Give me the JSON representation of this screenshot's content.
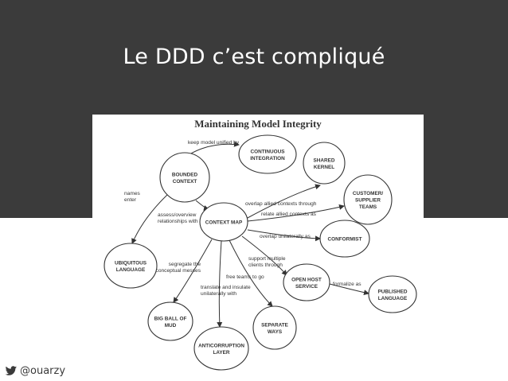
{
  "slide": {
    "title": "Le DDD c’est compliqué",
    "footer_handle": "@ouarzy"
  },
  "diagram": {
    "title": "Maintaining Model Integrity",
    "nodes": {
      "continuous_integration": [
        "Continuous",
        "Integration"
      ],
      "shared_kernel": [
        "Shared",
        "Kernel"
      ],
      "bounded_context": [
        "Bounded",
        "Context"
      ],
      "customer_supplier_teams": [
        "Customer/",
        "Supplier",
        "Teams"
      ],
      "context_map": [
        "Context Map"
      ],
      "conformist": [
        "Conformist"
      ],
      "ubiquitous_language": [
        "Ubiquitous",
        "Language"
      ],
      "open_host_service": [
        "Open Host",
        "Service"
      ],
      "published_language": [
        "Published",
        "Language"
      ],
      "big_ball_of_mud": [
        "Big Ball of",
        "Mud"
      ],
      "separate_ways": [
        "Separate",
        "Ways"
      ],
      "anticorruption_layer": [
        "Anticorruption",
        "Layer"
      ]
    },
    "edge_labels": {
      "keep_unified": [
        "keep model unified by"
      ],
      "names_enter": [
        "names",
        "enter"
      ],
      "assess_overview": [
        "assess/overview",
        "relationships with"
      ],
      "overlap_allied": [
        "overlap allied contexts through"
      ],
      "relate_allied": [
        "relate allied contexts as"
      ],
      "overlap_unilaterally": [
        "overlap unilaterally as"
      ],
      "segregate": [
        "segregate the",
        "conceptual messes"
      ],
      "support_multiple": [
        "support multiple",
        "clients through"
      ],
      "free_teams": [
        "free teams to go"
      ],
      "translate_insulate": [
        "translate and insulate",
        "unilaterally with"
      ],
      "formalize": [
        "formalize as"
      ]
    }
  }
}
